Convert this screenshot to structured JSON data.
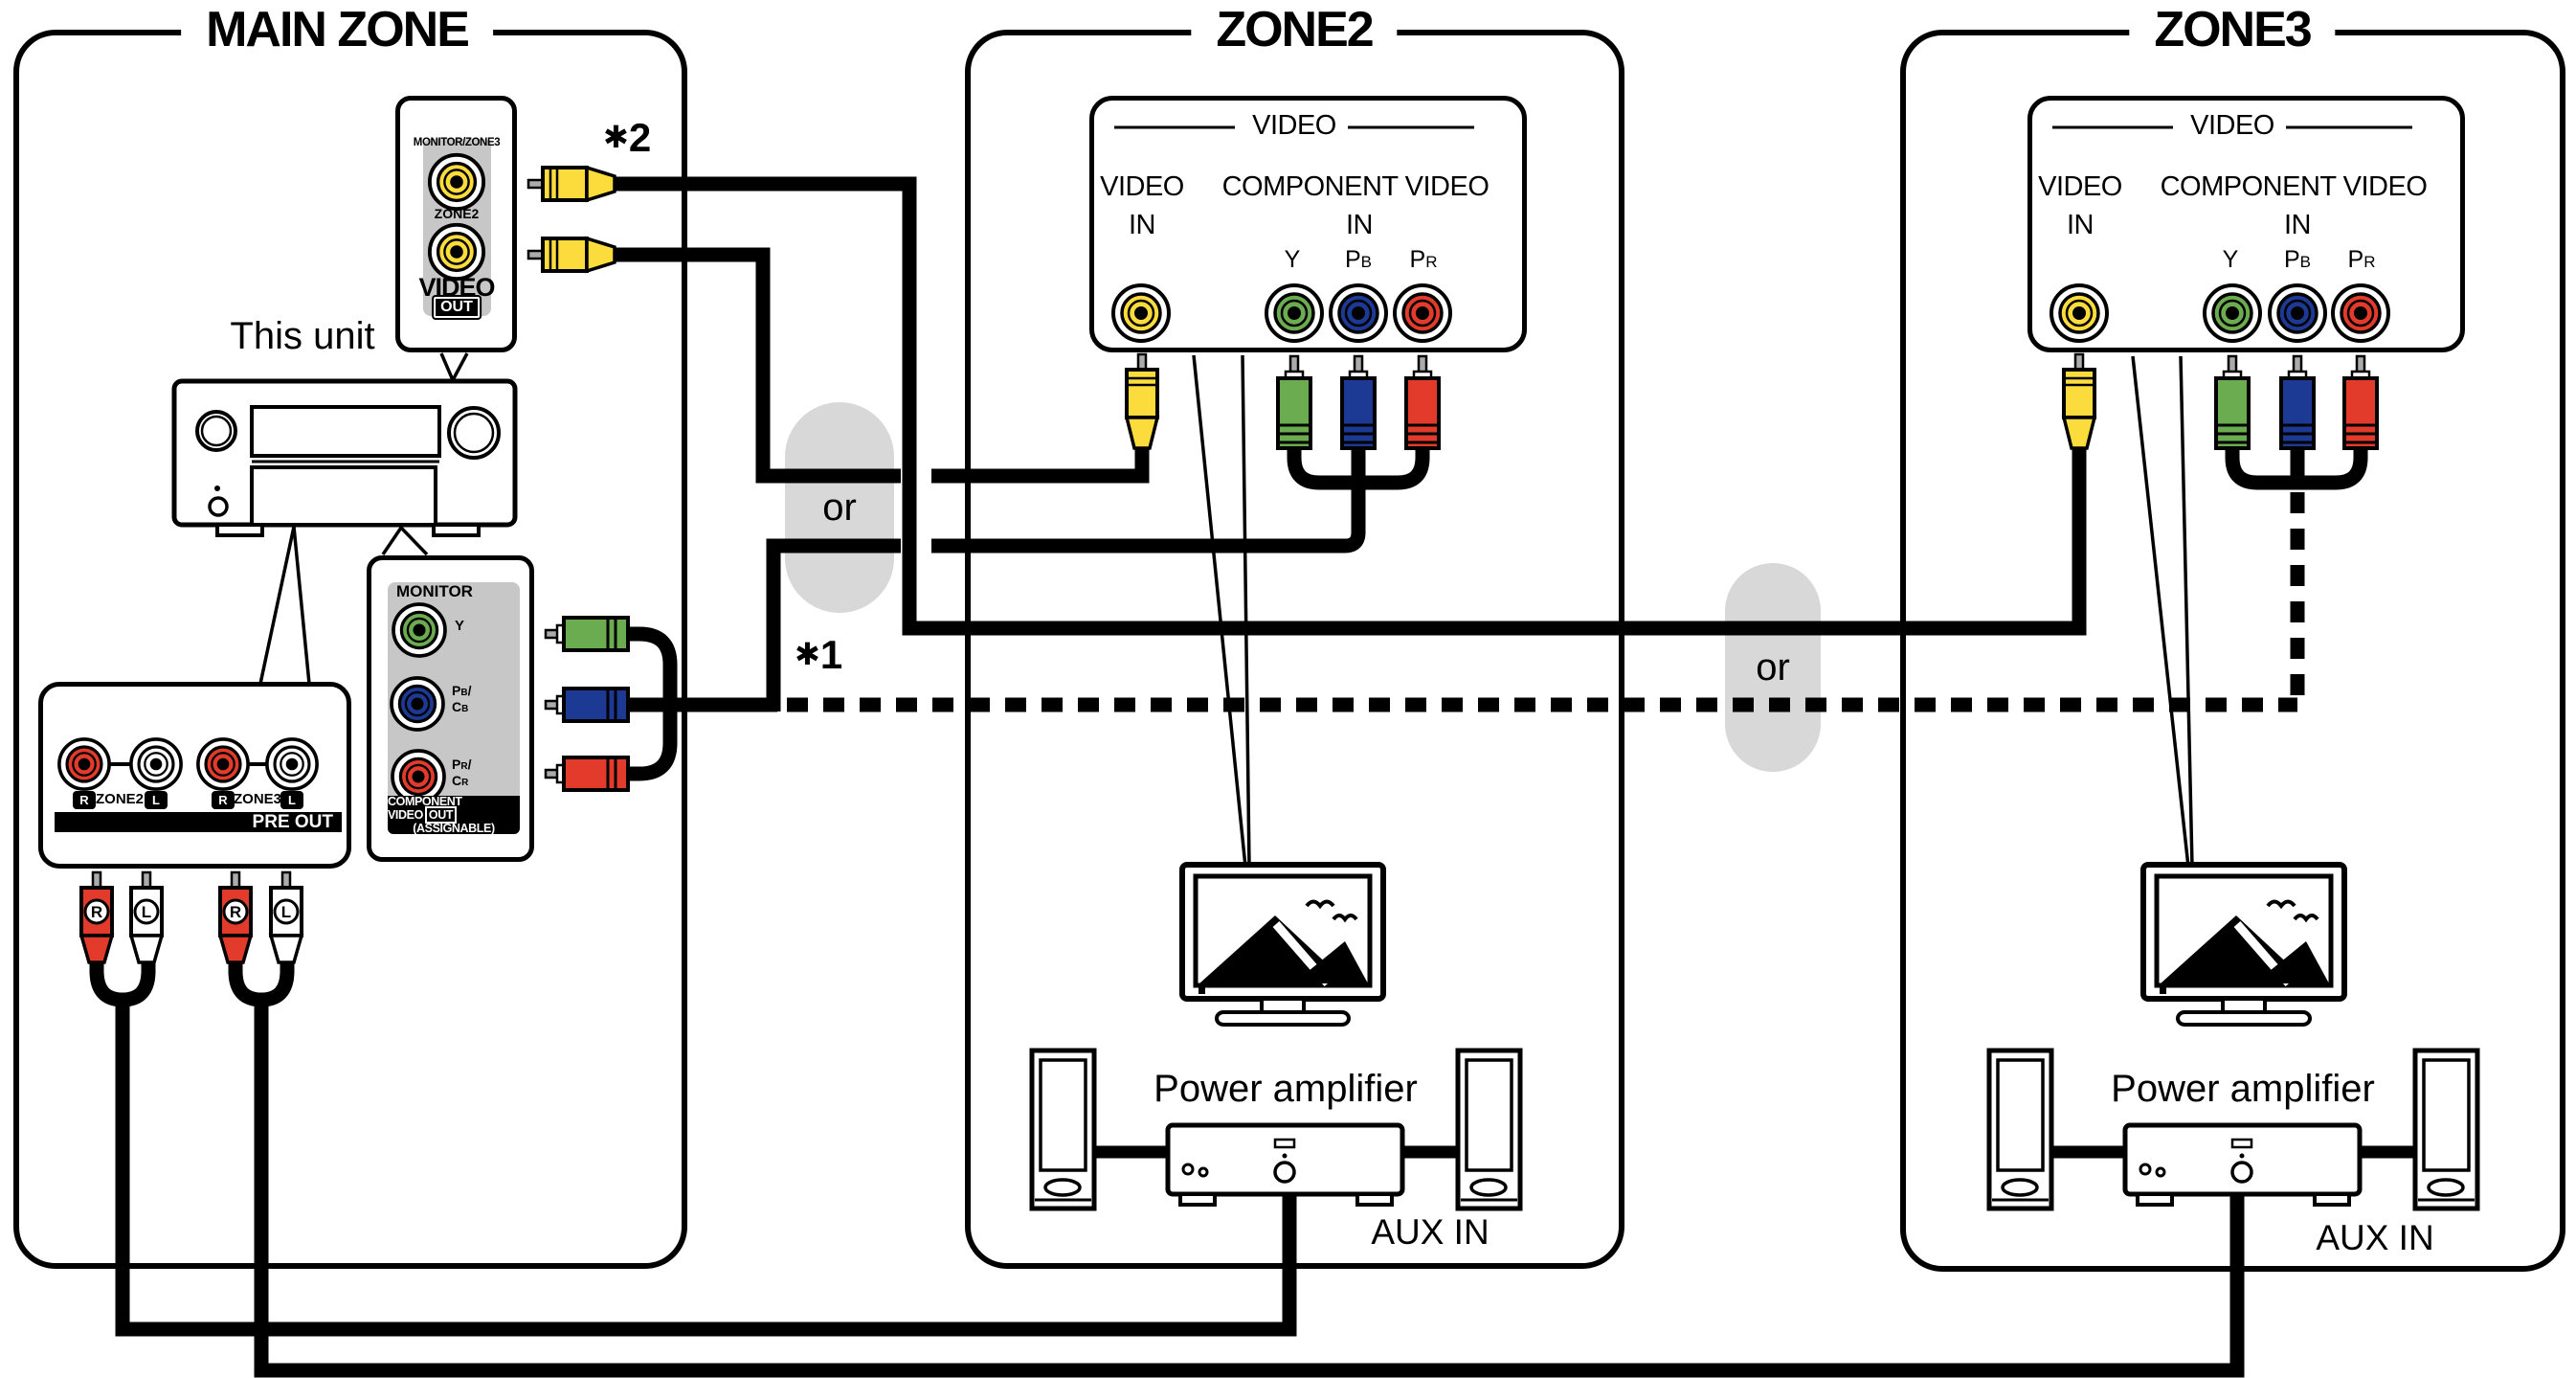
{
  "zones": {
    "main_zone": {
      "title": "MAIN ZONE"
    },
    "zone2": {
      "title": "ZONE2"
    },
    "zone3": {
      "title": "ZONE3"
    }
  },
  "labels": {
    "this_unit": "This unit",
    "or": "or",
    "asterisk": "✱",
    "note1": "1",
    "note2": "2",
    "video": "VIDEO",
    "in": "IN",
    "component_video": "COMPONENT VIDEO",
    "out": "OUT",
    "monitor": "MONITOR",
    "monitor_zone3": "MONITOR/ZONE3",
    "zone2": "ZONE2",
    "zone3": "ZONE3",
    "assignable": "(ASSIGNABLE)",
    "pre_out": "PRE OUT",
    "power_amplifier": "Power amplifier",
    "aux_in": "AUX IN",
    "y": "Y",
    "p": "P",
    "b": "B",
    "r": "R",
    "c": "C",
    "l": "L",
    "slash": "/"
  },
  "colors": {
    "yellow": "#FBDC3C",
    "green": "#6CAC51",
    "blue": "#1C3A94",
    "red": "#E23B2C",
    "panel_gray": "#C7C7C7",
    "capsule_gray": "#D8D8D8",
    "pin_gray": "#ABABAB"
  }
}
